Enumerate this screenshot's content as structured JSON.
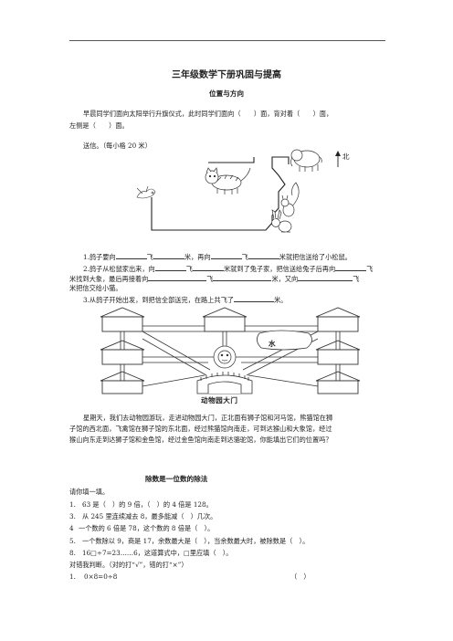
{
  "header": {
    "title": "三年级数学下册巩固与提高"
  },
  "section1": {
    "subtitle": "位置与方向",
    "q1_line1": "早晨同学们面向太阳举行升旗仪式，此时同学们面向（　　）面，背对着（　　）面，",
    "q1_line2": "左侧是（　　）面。",
    "letter_label": "送信。（每小格 20 米）",
    "north_label": "北",
    "q2_1": {
      "a": "1.鸽子要向",
      "b": "飞",
      "c": "米，再向",
      "d": "飞",
      "e": "米就把信送给了小松鼠。"
    },
    "q2_2_line1": {
      "a": "2.鸽子从松鼠家出来，向",
      "b": "飞",
      "c": "米就到了兔子家，把信送给兔子后再向",
      "d": "飞"
    },
    "q2_2_line2": {
      "a": "米找到大象，最后再接着向",
      "b": "飞",
      "c": "米，又向",
      "d": "飞"
    },
    "q2_2_line3": "米把信交给小猫。",
    "q2_3": {
      "a": "3.从鸽子开始出发，到把信全部送完，在路上共飞了",
      "b": "米。"
    },
    "map": {
      "water_label": "水",
      "gate_label": "动物园大门"
    },
    "zoo_line1": "星期天，我们去动物园游玩，走进动物园大门，正北面有狮子馆和河马馆，熊猫馆在狮",
    "zoo_line2": "子馆的西北面，飞禽馆在狮子馆的东北面，经过熊猫馆向南走，可到达猴山和大象馆，经过",
    "zoo_line3": "猴山向东走到达狮子馆和金鱼馆，经过金鱼馆向南走到达骆驼馆，你能填出它们的位置吗？"
  },
  "section2": {
    "title": "除数是一位数的除法",
    "fill_label": "请你填一填。",
    "items": [
      {
        "num": "1.",
        "text": "63 是（　）的 9 倍，（　）的 4 倍是 128。"
      },
      {
        "num": "3.",
        "text": "从 245 里连续减去 8，最多能减（　）几次。"
      },
      {
        "num": "4",
        "text": "一个数的 6 倍是 78，这个数的 8 倍是（　）。"
      },
      {
        "num": "5.",
        "text": "一个数除以 9，商是 17，余数最大是（　），当余数最大时，被除数是（　）。"
      },
      {
        "num": "8.",
        "text": "16□÷7=23……6，这道算式中，□里应填（　）。"
      }
    ],
    "judge_label": "对错我判断。（对的打“√”，错的打“×”）",
    "judge_item": {
      "num": "1.",
      "text": "0×8=0÷8",
      "answer": "（　）"
    }
  },
  "colors": {
    "text": "#222222",
    "line": "#333333"
  }
}
